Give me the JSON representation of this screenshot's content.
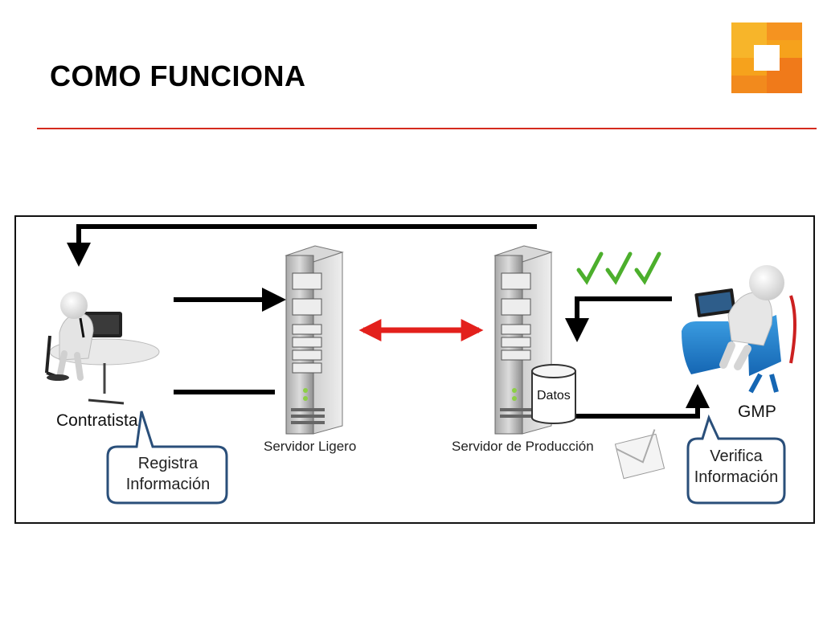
{
  "slide": {
    "title": "COMO FUNCIONA"
  },
  "colors": {
    "accent_line": "#d42b1e",
    "logo_orange": "#f07a1a",
    "sync_arrow": "#e3201c",
    "checkmarks": "#4caf2c",
    "callout_border": "#2a4f7a"
  },
  "diagram": {
    "actors": {
      "contratista": "Contratista",
      "gmp": "GMP"
    },
    "servers": {
      "ligero": "Servidor Ligero",
      "produccion": "Servidor de Producción"
    },
    "database": "Datos",
    "callouts": {
      "registra": [
        "Registra",
        "Información"
      ],
      "verifica": [
        "Verifica",
        "Información"
      ]
    },
    "icons": [
      "person-at-desk-icon",
      "server-tower-icon",
      "database-icon",
      "checkmark-icon",
      "envelope-icon",
      "person-on-laptop-icon"
    ]
  }
}
